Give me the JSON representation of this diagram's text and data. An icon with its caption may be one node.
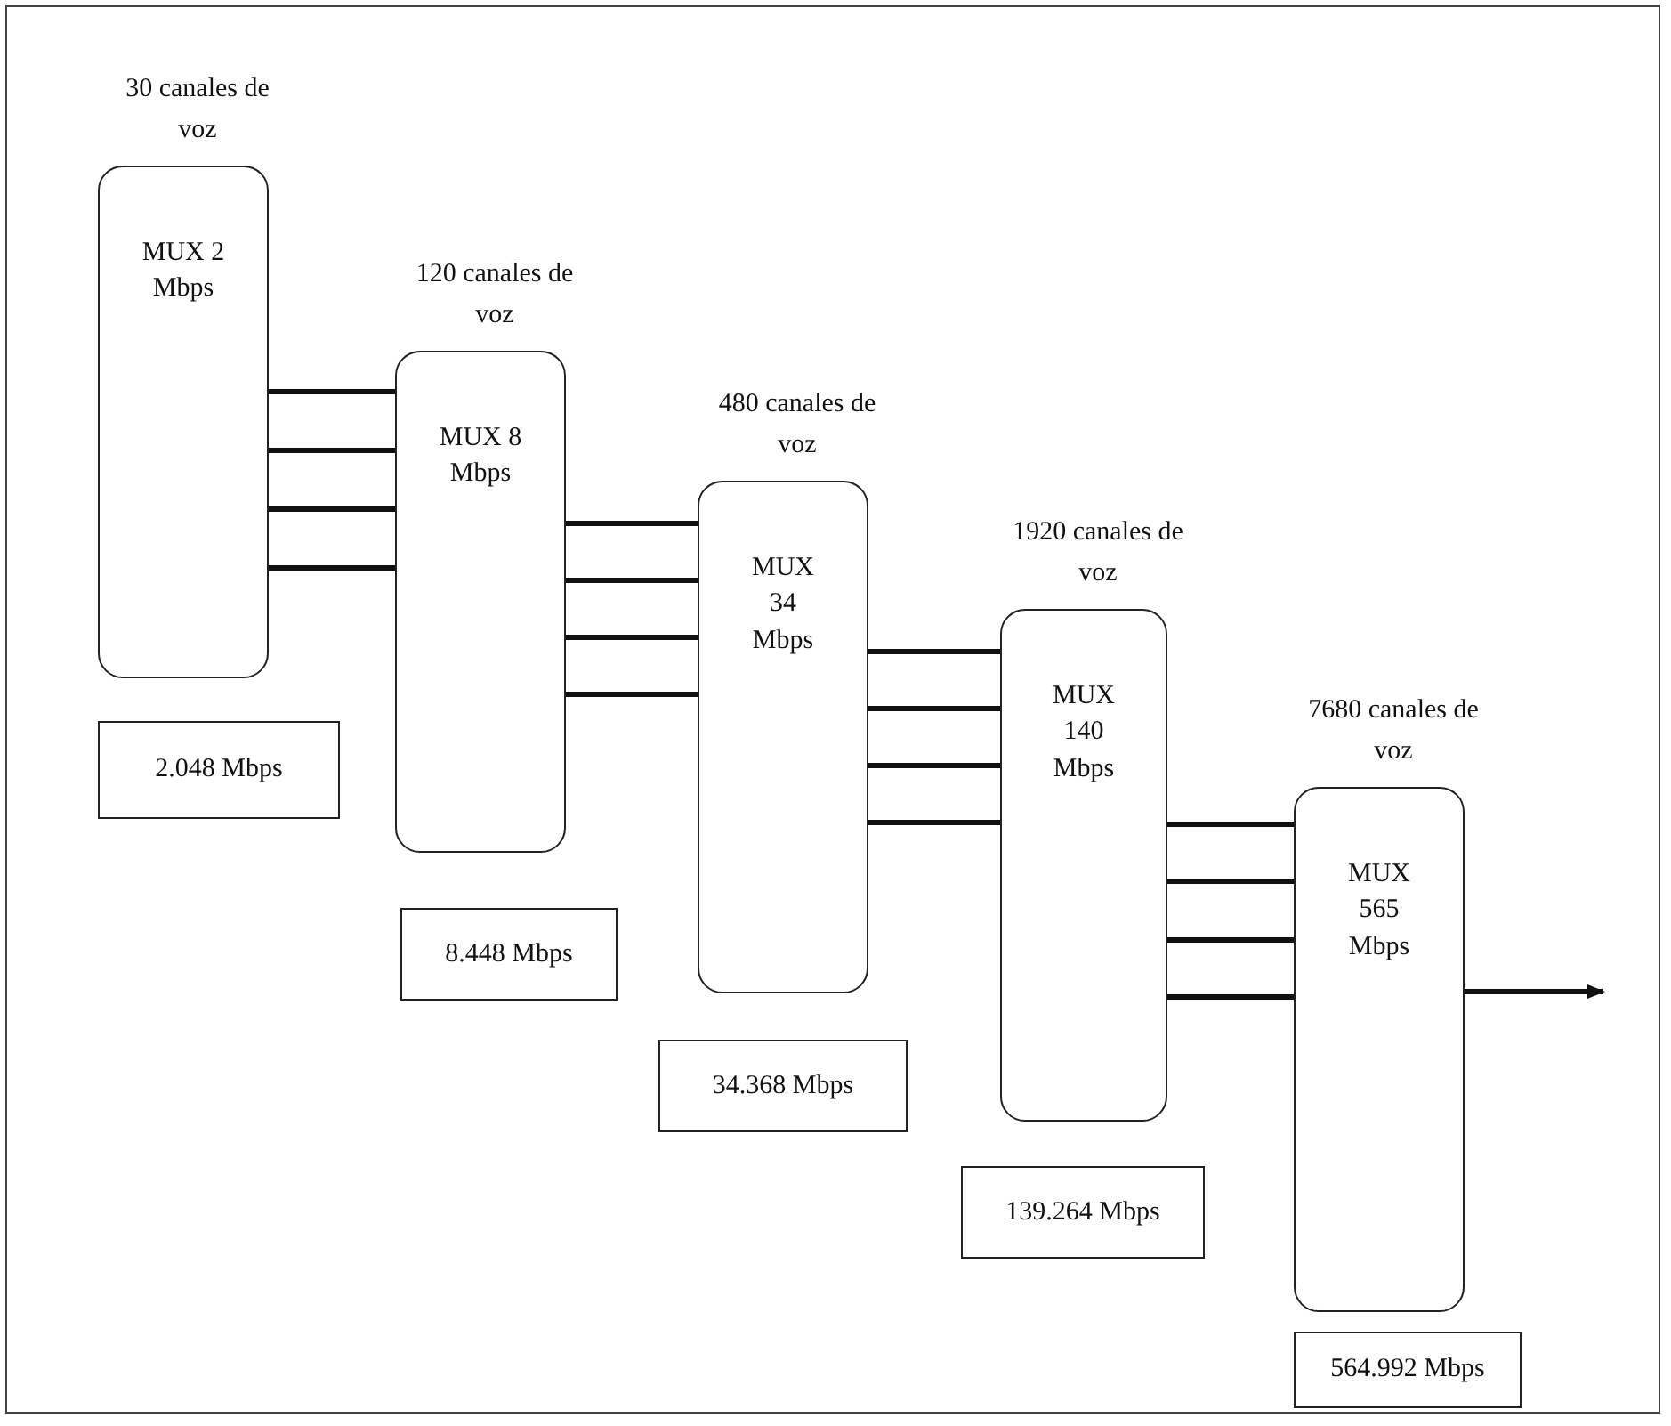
{
  "diagram": {
    "nodes": [
      {
        "text": [
          "MUX 2 Mbps"
        ],
        "beside": [
          "30 canales de voz"
        ]
      },
      {
        "text": [
          "2.048 Mbps"
        ]
      },
      {
        "text": [
          "MUX 8 Mbps"
        ],
        "beside": [
          "120 canales de voz"
        ]
      },
      {
        "text": [
          "8.448 Mbps"
        ]
      },
      {
        "text": [
          "MUX 34 Mbps"
        ],
        "beside": [
          "480 canales de voz"
        ]
      },
      {
        "text": [
          "34.368 Mbps"
        ]
      },
      {
        "text": [
          "MUX 140 Mbps"
        ],
        "beside": [
          "1920 canales de voz"
        ]
      },
      {
        "text": [
          "139.264 Mbps"
        ]
      },
      {
        "text": [
          "MUX 565 Mbps"
        ],
        "beside": [
          "7680 canales de voz"
        ]
      },
      {
        "text": [
          "564.992 Mbps"
        ]
      }
    ],
    "edges": [
      {
        "from": 0,
        "to": 2,
        "arrow": "none"
      },
      {
        "from": 0,
        "to": 2,
        "arrow": "none"
      },
      {
        "from": 0,
        "to": 2,
        "arrow": "none"
      },
      {
        "from": 0,
        "to": 2,
        "arrow": "none"
      },
      {
        "from": 2,
        "to": 4,
        "arrow": "none"
      },
      {
        "from": 2,
        "to": 4,
        "arrow": "none"
      },
      {
        "from": 2,
        "to": 4,
        "arrow": "none"
      },
      {
        "from": 2,
        "to": 4,
        "arrow": "none"
      },
      {
        "from": 4,
        "to": 6,
        "arrow": "none"
      },
      {
        "from": 4,
        "to": 6,
        "arrow": "none"
      },
      {
        "from": 4,
        "to": 6,
        "arrow": "none"
      },
      {
        "from": 4,
        "to": 6,
        "arrow": "none"
      },
      {
        "from": 6,
        "to": 8,
        "arrow": "none"
      },
      {
        "from": 6,
        "to": 8,
        "arrow": "none"
      },
      {
        "from": 6,
        "to": 8,
        "arrow": "none"
      },
      {
        "from": 6,
        "to": 8,
        "arrow": "none"
      },
      {
        "from": 8,
        "to": null,
        "arrow": "to"
      }
    ]
  }
}
